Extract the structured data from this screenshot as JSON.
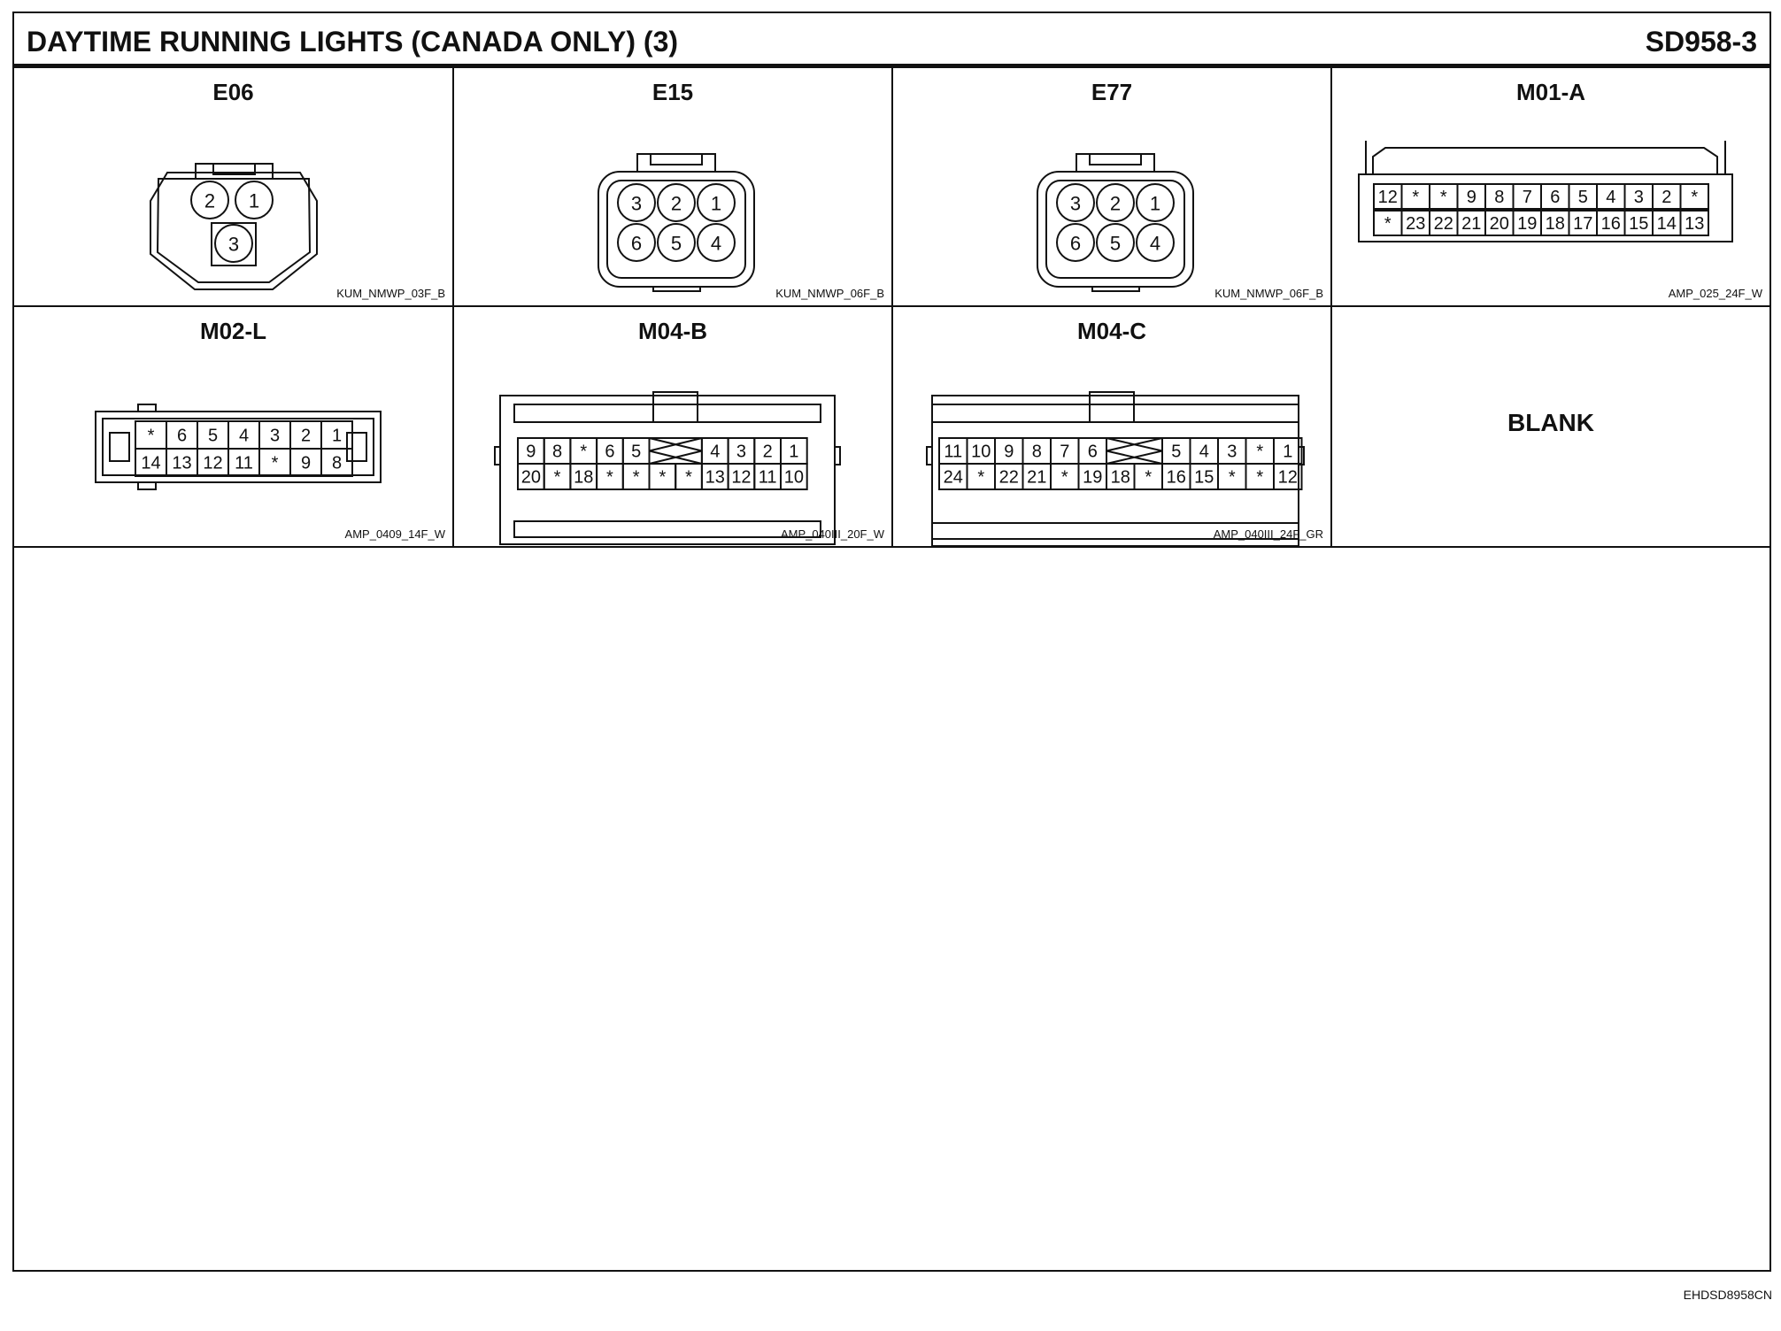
{
  "header": {
    "title": "DAYTIME RUNNING LIGHTS (CANADA ONLY) (3)",
    "code": "SD958-3"
  },
  "connectors": [
    {
      "name": "E06",
      "type": "KUM_NMWP_03F_B",
      "rows": [
        [
          "2",
          "1"
        ],
        [
          "3"
        ]
      ]
    },
    {
      "name": "E15",
      "type": "KUM_NMWP_06F_B",
      "rows": [
        [
          "3",
          "2",
          "1"
        ],
        [
          "6",
          "5",
          "4"
        ]
      ]
    },
    {
      "name": "E77",
      "type": "KUM_NMWP_06F_B",
      "rows": [
        [
          "3",
          "2",
          "1"
        ],
        [
          "6",
          "5",
          "4"
        ]
      ]
    },
    {
      "name": "M01-A",
      "type": "AMP_025_24F_W",
      "rows": [
        [
          "12",
          "*",
          "*",
          "9",
          "8",
          "7",
          "6",
          "5",
          "4",
          "3",
          "2",
          "*"
        ],
        [
          "*",
          "23",
          "22",
          "21",
          "20",
          "19",
          "18",
          "17",
          "16",
          "15",
          "14",
          "13"
        ]
      ]
    },
    {
      "name": "M02-L",
      "type": "AMP_0409_14F_W",
      "rows": [
        [
          "*",
          "6",
          "5",
          "4",
          "3",
          "2",
          "1"
        ],
        [
          "14",
          "13",
          "12",
          "11",
          "*",
          "9",
          "8"
        ]
      ]
    },
    {
      "name": "M04-B",
      "type": "AMP_040III_20F_W",
      "rows": [
        [
          "9",
          "8",
          "*",
          "6",
          "5",
          "X",
          "4",
          "3",
          "2",
          "1"
        ],
        [
          "20",
          "*",
          "18",
          "*",
          "*",
          "*",
          "*",
          "13",
          "12",
          "11",
          "10"
        ]
      ]
    },
    {
      "name": "M04-C",
      "type": "AMP_040III_24F_GR",
      "rows": [
        [
          "11",
          "10",
          "9",
          "8",
          "7",
          "6",
          "X",
          "5",
          "4",
          "3",
          "*",
          "1"
        ],
        [
          "24",
          "*",
          "22",
          "21",
          "*",
          "19",
          "18",
          "*",
          "16",
          "15",
          "*",
          "*",
          "12"
        ]
      ]
    }
  ],
  "blank_cell": {
    "label": "BLANK"
  },
  "footer": {
    "code": "EHDSD8958CN"
  }
}
